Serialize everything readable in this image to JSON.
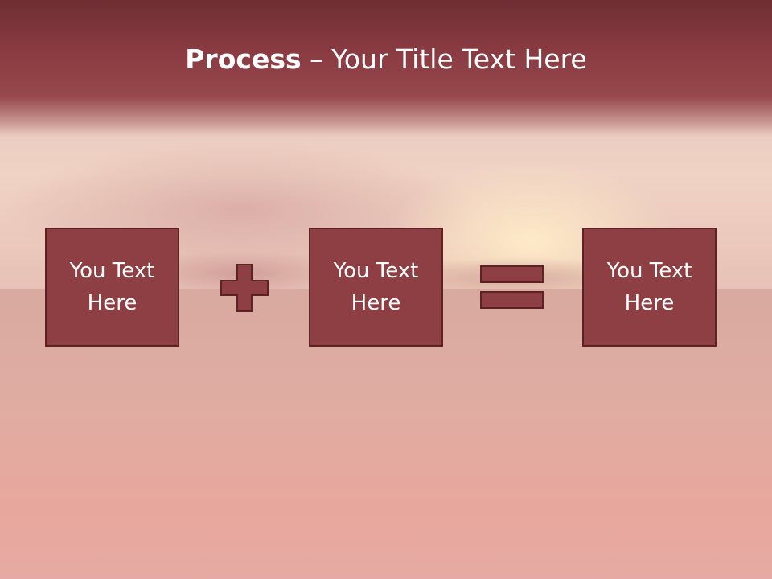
{
  "slide": {
    "title_bold": "Process",
    "title_rest": " – Your Title Text Here",
    "boxes": [
      {
        "text": "You Text\nHere"
      },
      {
        "text": "You Text\nHere"
      },
      {
        "text": "You Text\nHere"
      }
    ],
    "operators": [
      "plus-icon",
      "equals-icon"
    ],
    "colors": {
      "title_band": "#8b3c42",
      "box_fill": "#8e3f43",
      "box_border": "#5c2226",
      "text": "#ffffff"
    }
  }
}
